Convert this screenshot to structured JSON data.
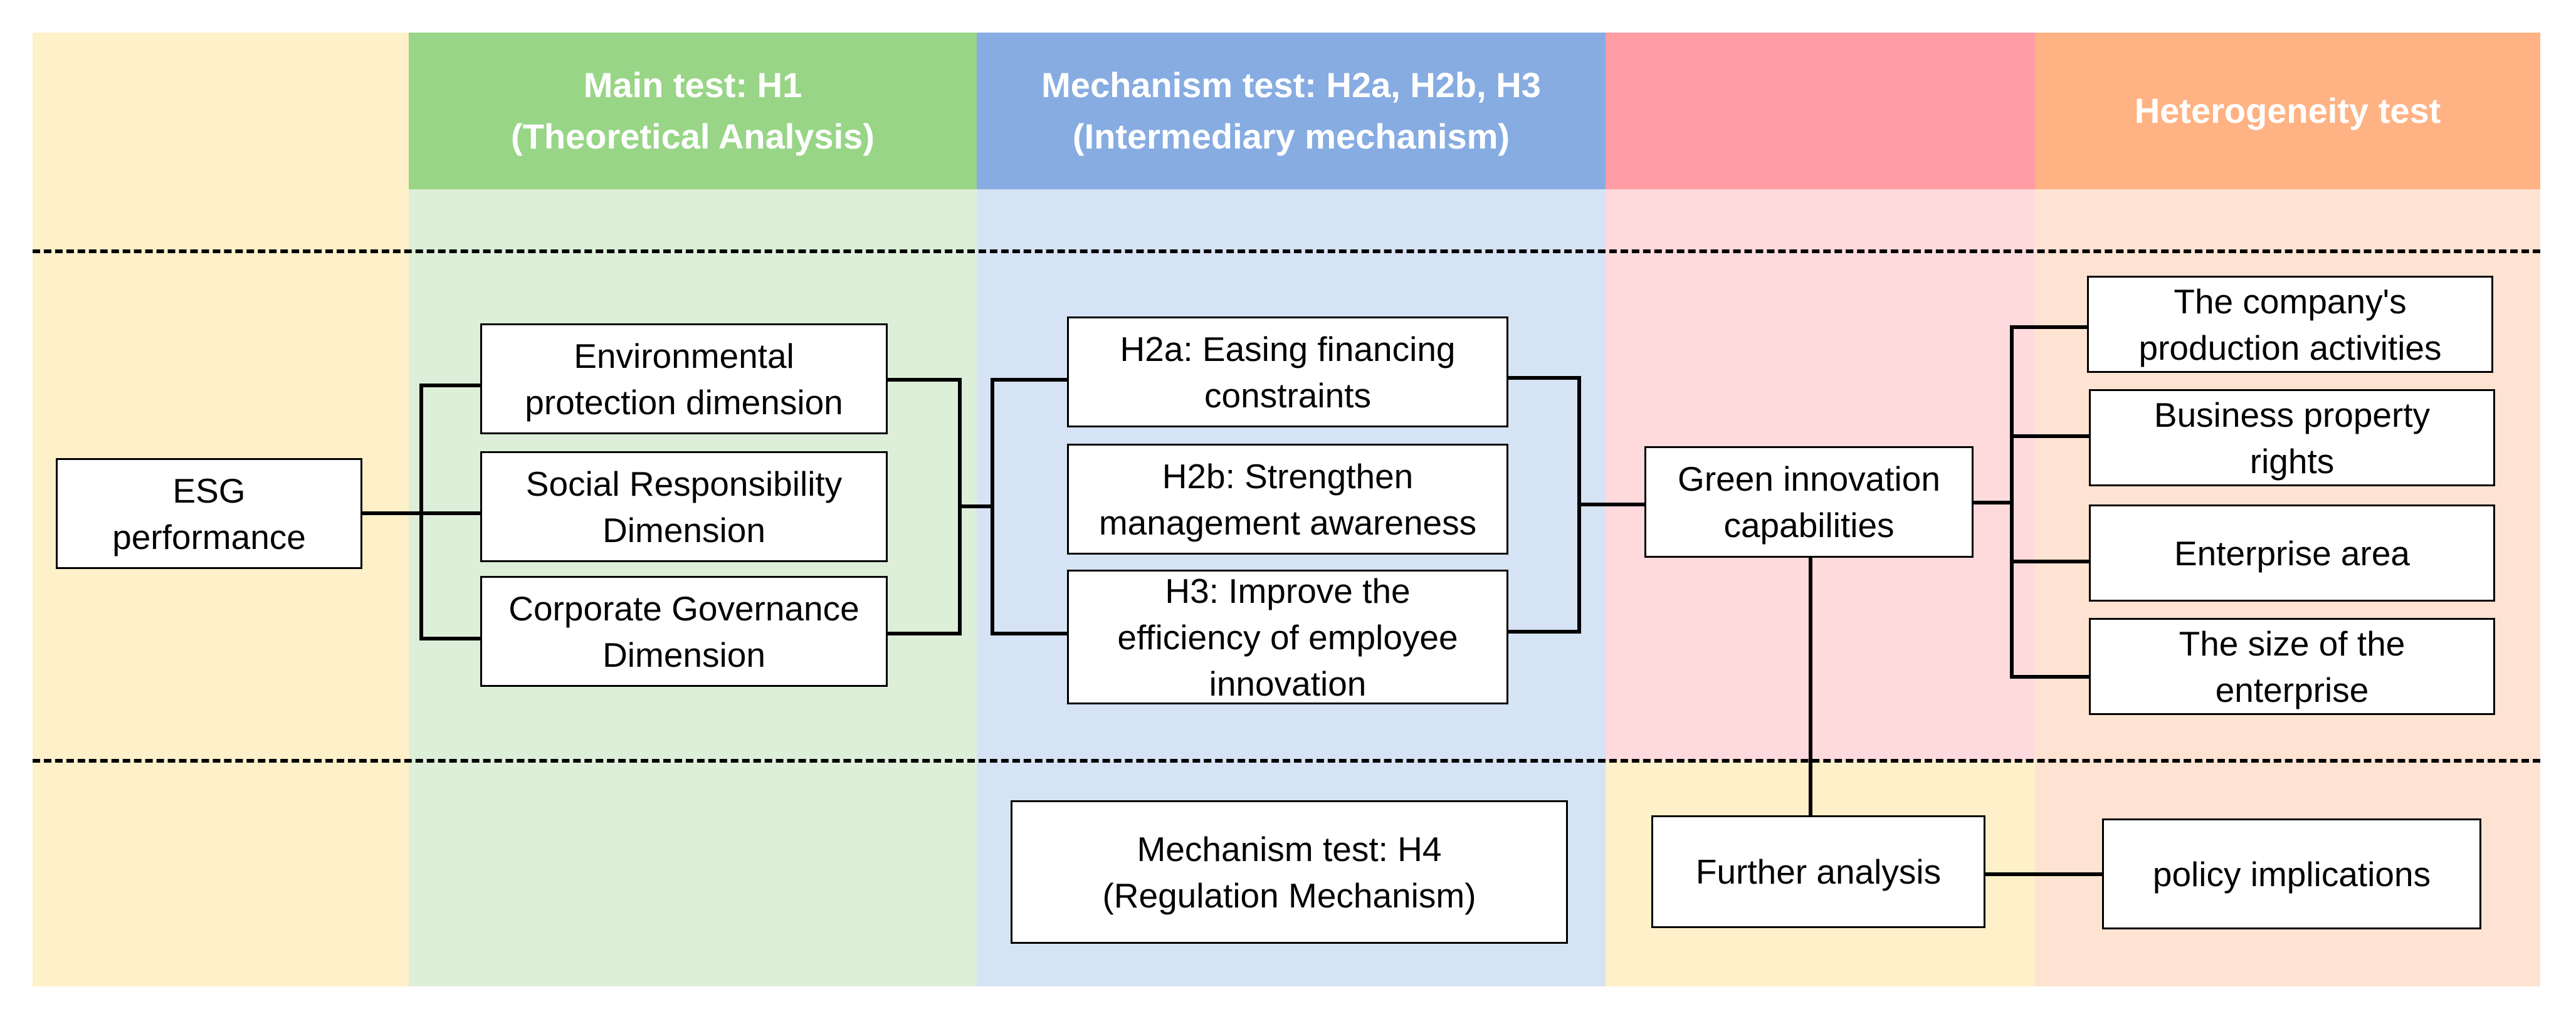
{
  "columns": {
    "esg": {
      "header": ""
    },
    "main_test": {
      "header": "Main test: H1\n(Theoretical Analysis)"
    },
    "mechanism_test": {
      "header": "Mechanism test: H2a, H2b, H3\n(Intermediary mechanism)"
    },
    "green": {
      "header": ""
    },
    "heterogeneity": {
      "header": "Heterogeneity test"
    }
  },
  "colors": {
    "col1_bg": "#FEF0C9",
    "col2_bg": "#DDEFD8",
    "col3_bg": "#D6E3F4",
    "col4_bg": "#FFDADD",
    "col5_bg": "#FFE3D2",
    "col2_head": "#98D587",
    "col3_head": "#86ACE1",
    "col4_head": "#FF9CA4",
    "col5_head": "#FFB284",
    "bottom4_bg": "#FEF0C9"
  },
  "nodes": {
    "esg": "ESG\nperformance",
    "environmental": "Environmental\nprotection dimension",
    "social": "Social Responsibility\nDimension",
    "governance": "Corporate Governance\nDimension",
    "h2a": "H2a: Easing financing\nconstraints",
    "h2b": "H2b: Strengthen\nmanagement awareness",
    "h3": "H3: Improve the\nefficiency of employee\ninnovation",
    "h4": "Mechanism test: H4\n(Regulation Mechanism)",
    "green": "Green innovation\ncapabilities",
    "further": "Further analysis",
    "policy": "policy implications",
    "production": "The company's\nproduction activities",
    "property": "Business property\nrights",
    "area": "Enterprise area",
    "size": "The size of the\nenterprise"
  }
}
